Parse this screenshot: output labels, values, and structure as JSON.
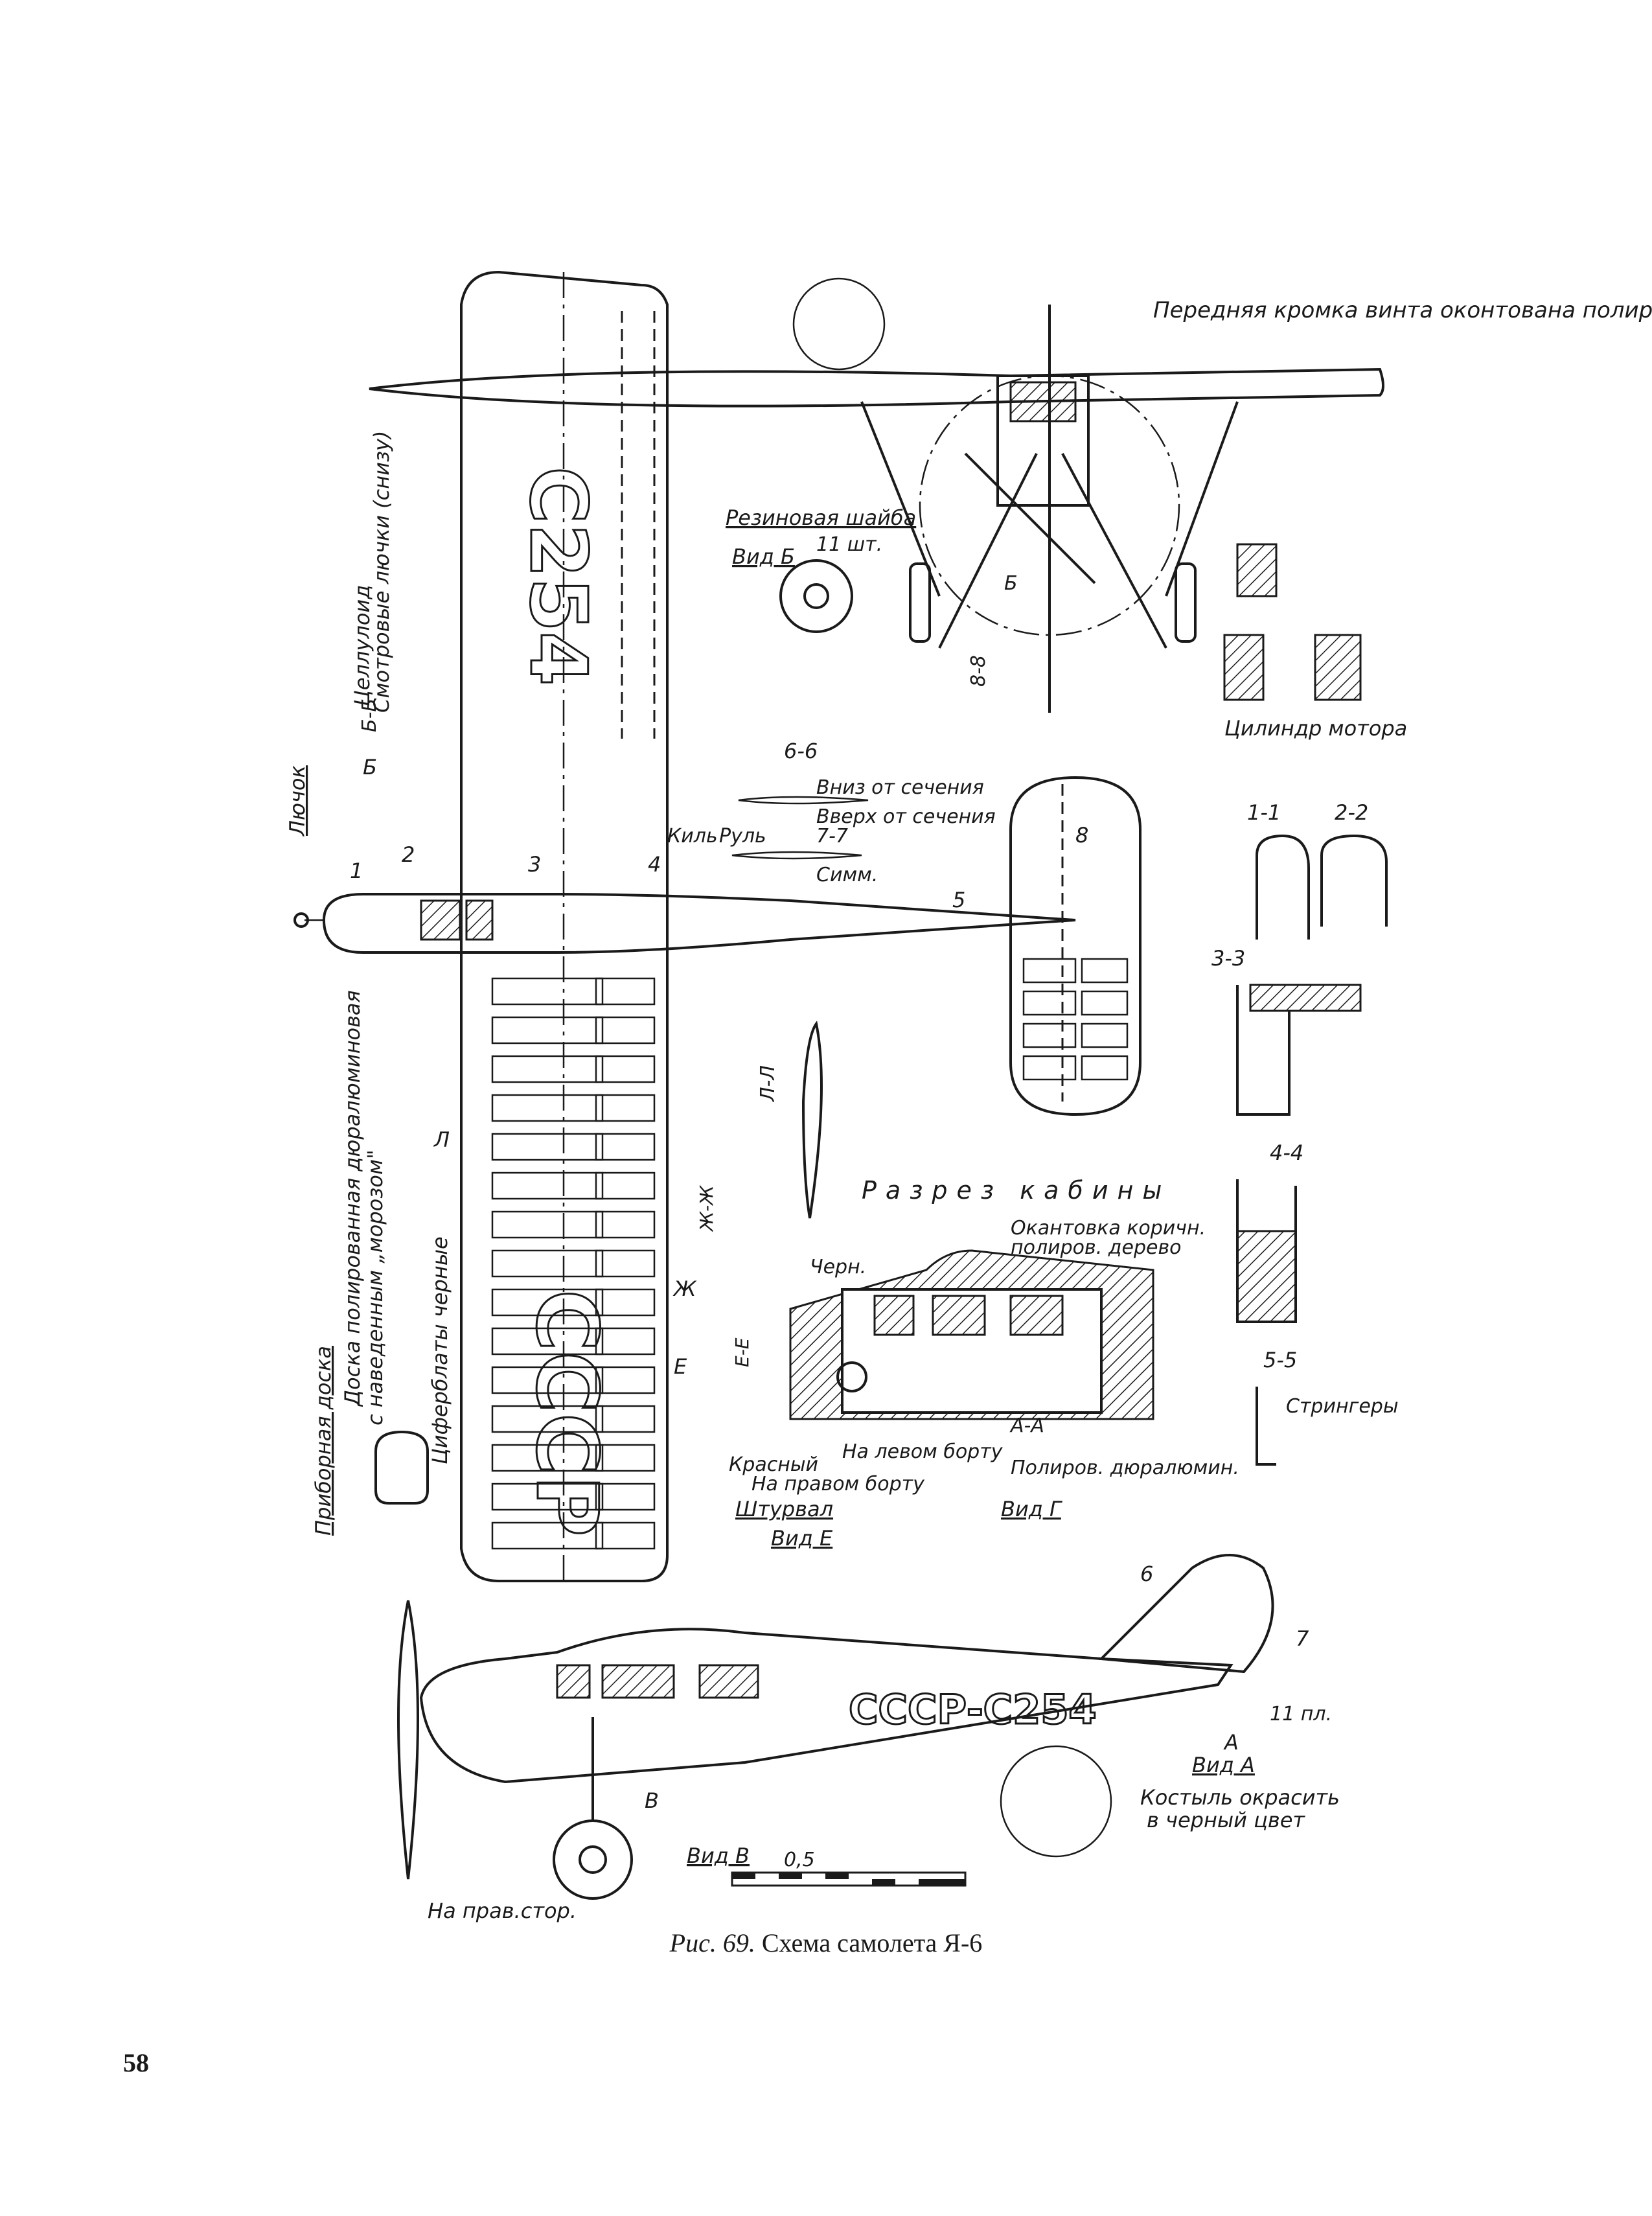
{
  "caption": {
    "figure_label": "Рис. 69.",
    "title": "Схема самолета Я-6"
  },
  "page_number": "58",
  "registration": {
    "top_wing": "С254",
    "bottom_wing": "СССР",
    "fuselage": "СССР-С254"
  },
  "front_view": {
    "propeller_note": "Передняя кромка винта оконтована полиров. латунью",
    "rubber_washer": "Резиновая шайба",
    "view_b": "Вид Б",
    "count_11": "11 шт.",
    "marker_b": "Б",
    "section_8": "8-8",
    "engine_cylinder": "Цилиндр мотора"
  },
  "left_annotations": {
    "hatch": "Лючок",
    "section_bb": "Б-Б",
    "celluloid": "Целлулоид",
    "inspection_hatches": "Смотровые лючки (снизу)",
    "instrument_panel": "Приборная доска",
    "panel_note_1": "Доска полированная дюралюминовая",
    "panel_note_2": "с наведенным „морозом\"",
    "dials_black": "Циферблаты черные"
  },
  "tail_sections": {
    "section_66": "6-6",
    "below_section": "Вниз от сечения",
    "fin": "Киль",
    "rudder": "Руль",
    "above_section": "Вверх от сечения",
    "section_77": "7-7",
    "symm": "Симм.",
    "section_ll": "Л-Л"
  },
  "frame_sections": {
    "s11": "1-1",
    "s22": "2-2",
    "s33": "3-3",
    "s44": "4-4",
    "s55": "5-5",
    "stringers": "Стрингеры"
  },
  "cabin": {
    "title": "Разрез кабины",
    "edging_1": "Окантовка коричн.",
    "edging_2": "полиров. дерево",
    "black": "Черн.",
    "red": "Красный",
    "left_side": "На левом борту",
    "right_side": "На правом борту",
    "section_aa": "А-А",
    "polished_dural": "Полиров. дюралюмин.",
    "control_wheel": "Штурвал",
    "view_e": "Вид Е",
    "view_g": "Вид Г",
    "section_ee": "Е-Е",
    "section_zhzh": "Ж-Ж"
  },
  "side_view": {
    "count_11pl": "11 пл.",
    "view_a": "Вид А",
    "tailskid_note_1": "Костыль окрасить",
    "tailskid_note_2": "в черный цвет",
    "view_v": "Вид В",
    "right_side": "На прав.стор.",
    "scale": "0,5"
  },
  "section_marks": [
    "1",
    "2",
    "3",
    "4",
    "5",
    "6",
    "7",
    "8",
    "А",
    "Б",
    "В",
    "Е",
    "Ж",
    "Л"
  ]
}
